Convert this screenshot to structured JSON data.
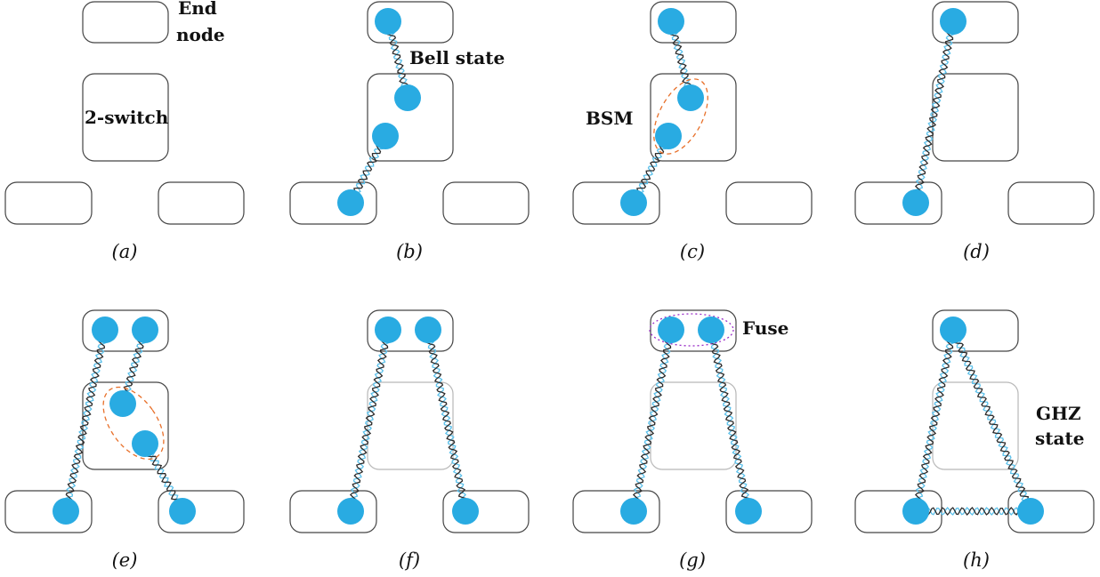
{
  "labels": {
    "end_node": [
      "End",
      "node"
    ],
    "switch": "2-switch",
    "bell_state": "Bell state",
    "bsm": "BSM",
    "fuse": "Fuse",
    "ghz_state": [
      "GHZ",
      "state"
    ]
  },
  "panels": [
    {
      "caption": "(a)"
    },
    {
      "caption": "(b)"
    },
    {
      "caption": "(c)"
    },
    {
      "caption": "(d)"
    },
    {
      "caption": "(e)"
    },
    {
      "caption": "(f)"
    },
    {
      "caption": "(g)"
    },
    {
      "caption": "(h)"
    }
  ],
  "colors": {
    "qubit": "#29abe2",
    "helix_dark": "#2b2b2b",
    "helix_light": "#5cc0ea",
    "bsm_outline": "#e8702a",
    "fuse_outline": "#9b30c8"
  }
}
